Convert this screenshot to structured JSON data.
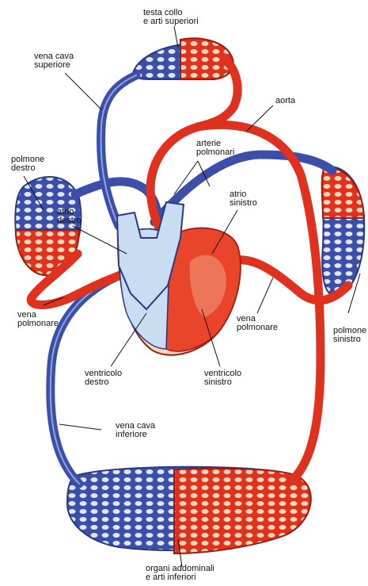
{
  "colors": {
    "arterial": "#e0301e",
    "venous": "#3b4fa8",
    "pale_venous": "#c9ddf2",
    "pale_arterial": "#f6d9b8",
    "heart_red": "#e8452b",
    "leader": "#111111"
  },
  "labels": {
    "head": [
      "testa collo",
      "e arti superiori"
    ],
    "svc": [
      "vena cava",
      "superiore"
    ],
    "aorta": [
      "aorta"
    ],
    "pulm_arteries": [
      "arterie",
      "polmonari"
    ],
    "right_lung": [
      "polmone",
      "destro"
    ],
    "left_atrium": [
      "atrio",
      "sinistro"
    ],
    "right_atrium": [
      "atrio",
      "destro"
    ],
    "left_lung": [
      "polmone",
      "sinistro"
    ],
    "pulm_vein_left": [
      "vena",
      "polmonare"
    ],
    "pulm_vein_right": [
      "vena",
      "polmonare"
    ],
    "right_ventricle": [
      "ventricolo",
      "destro"
    ],
    "left_ventricle": [
      "ventricolo",
      "sinistro"
    ],
    "ivc": [
      "vena cava",
      "inferiore"
    ],
    "organs": [
      "organi addominali",
      "e arti inferiori"
    ]
  }
}
